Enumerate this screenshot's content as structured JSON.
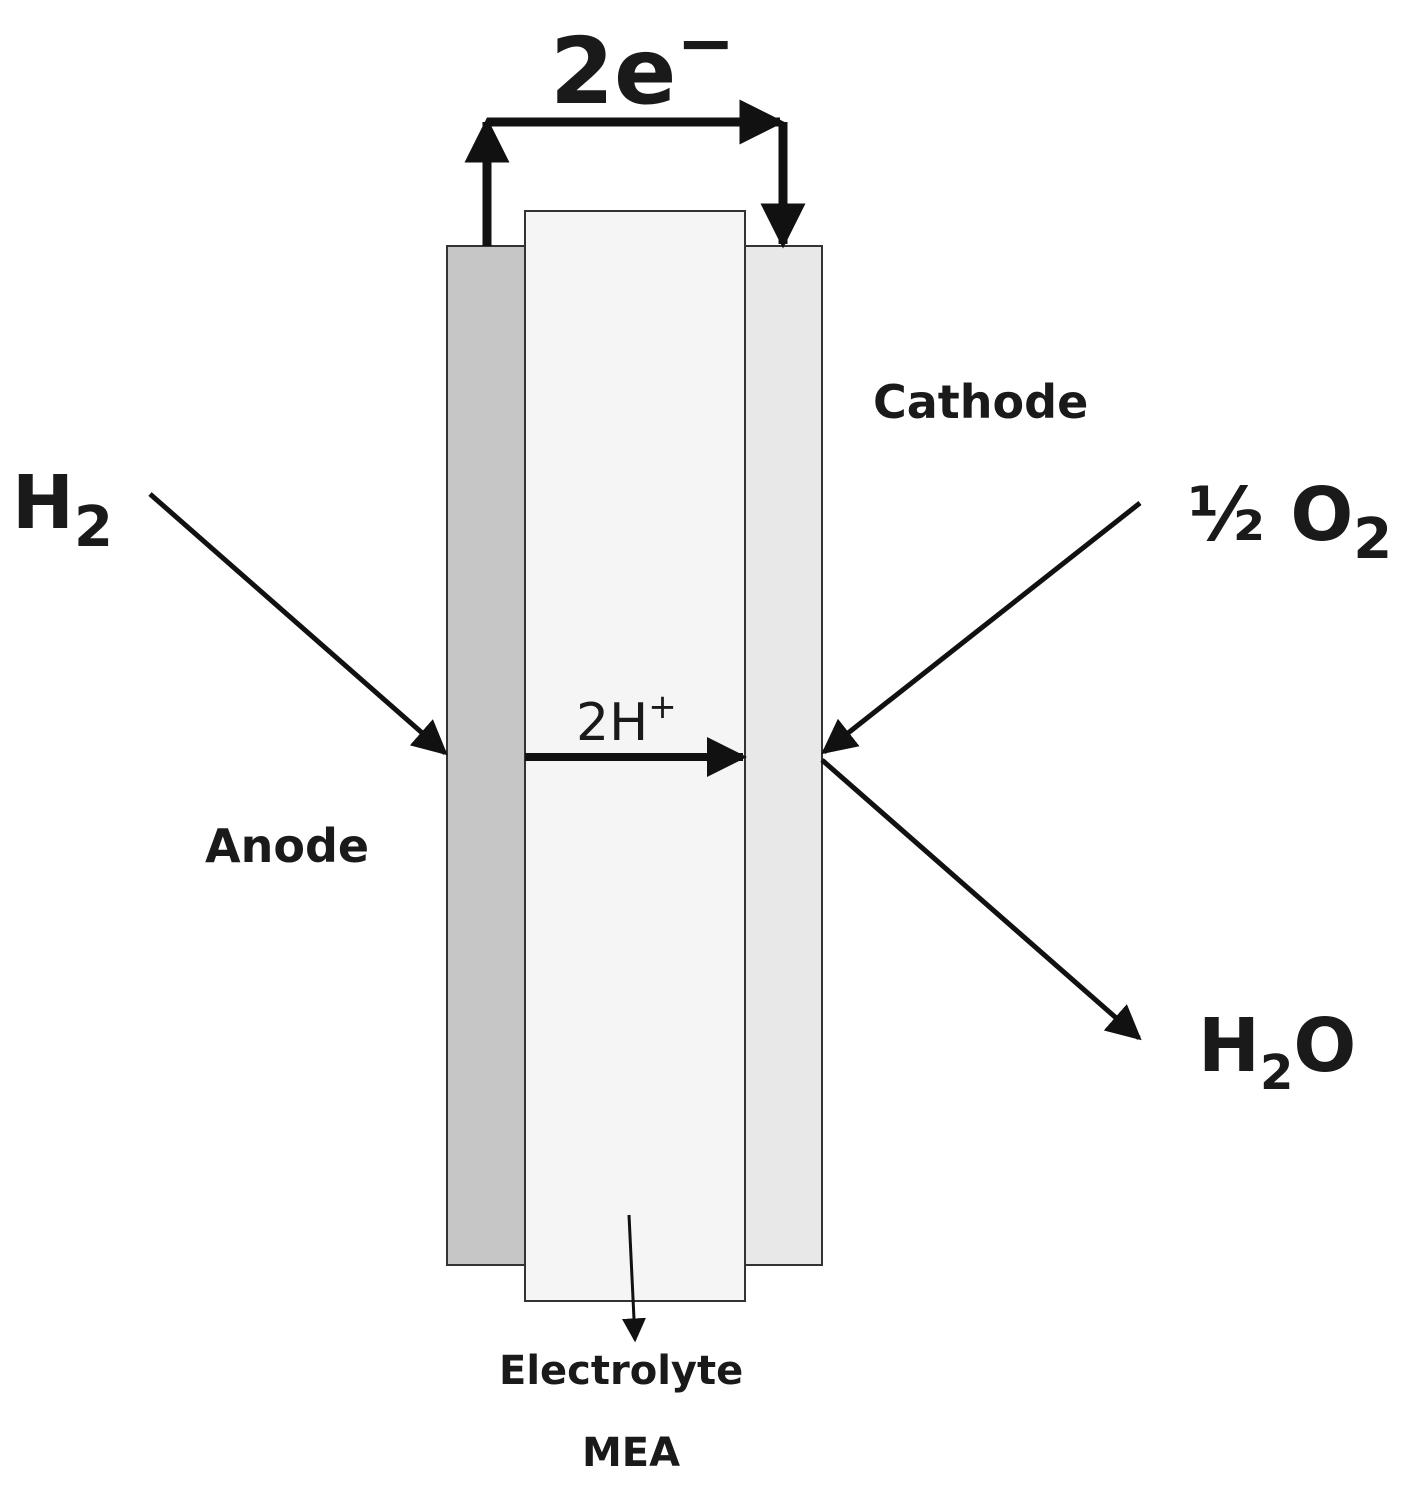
{
  "labels": {
    "electrons": {
      "main": "2e",
      "sup": "−"
    },
    "protons": {
      "main": "2H",
      "sup": "+"
    },
    "cathode": "Cathode",
    "anode": "Anode",
    "hydrogen": {
      "main": "H",
      "sub": "2"
    },
    "oxygen": {
      "prefix": "½ O",
      "sub": "2"
    },
    "water": {
      "main": "H",
      "sub": "2",
      "tail": "O"
    },
    "electrolyte": "Electrolyte",
    "mea": "MEA"
  },
  "colors": {
    "anode_fill": "#c6c6c6",
    "electrolyte_fill": "#f5f5f5",
    "cathode_fill": "#e8e8e8",
    "stroke": "#111111"
  }
}
